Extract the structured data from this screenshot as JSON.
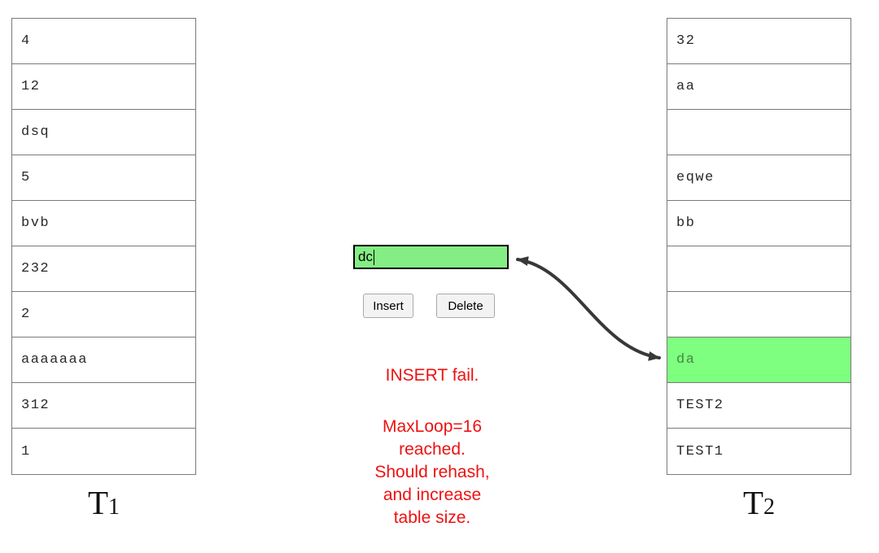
{
  "t1": {
    "label": {
      "main": "T",
      "sub": "1"
    },
    "cells": [
      "4",
      "12",
      "dsq",
      "5",
      "bvb",
      "232",
      "2",
      "aaaaaaa",
      "312",
      "1"
    ]
  },
  "t2": {
    "label": {
      "main": "T",
      "sub": "2"
    },
    "cells": [
      "32",
      "aa",
      "",
      "eqwe",
      "bb",
      "",
      "",
      "da",
      "TEST2",
      "TEST1"
    ],
    "highlighted_index": 7,
    "highlighted_value": "da"
  },
  "controls": {
    "input_value": "dc",
    "buttons": {
      "insert": "Insert",
      "delete": "Delete"
    }
  },
  "messages": {
    "fail_title": "INSERT fail.",
    "detail_lines": [
      "MaxLoop=16",
      "reached.",
      "Should rehash,",
      "and increase",
      "table size."
    ]
  },
  "colors": {
    "highlight_green": "#7fff7f",
    "input_green": "#84ee84",
    "error_red": "#ee1111",
    "arrow_gray": "#383838",
    "table_border": "#7a7a7a",
    "cell_text": "#2a2a2a",
    "highlight_text": "#428a42"
  }
}
